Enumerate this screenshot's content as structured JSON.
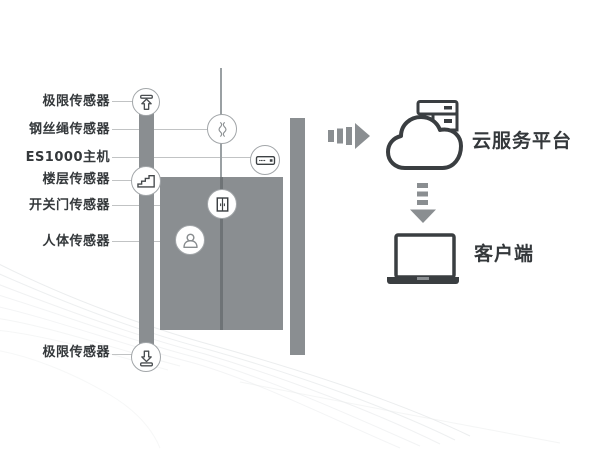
{
  "diagram_title": "elevator-iot-monitoring-diagram",
  "sensors": [
    {
      "id": "limit-top",
      "label": "极限传感器",
      "icon": "arrow-up-to-bar-icon"
    },
    {
      "id": "wire-rope",
      "label": "钢丝绳传感器",
      "icon": "wire-rope-icon"
    },
    {
      "id": "es1000-host",
      "label": "ES1000主机",
      "icon": "controller-box-icon"
    },
    {
      "id": "floor",
      "label": "楼层传感器",
      "icon": "stairs-icon"
    },
    {
      "id": "door",
      "label": "开关门传感器",
      "icon": "double-door-icon"
    },
    {
      "id": "human",
      "label": "人体传感器",
      "icon": "person-icon"
    },
    {
      "id": "limit-bottom",
      "label": "极限传感器",
      "icon": "arrow-down-to-bar-icon"
    }
  ],
  "cloud_platform": {
    "label": "云服务平台",
    "icon": "cloud-server-icon"
  },
  "client": {
    "label": "客户端",
    "icon": "laptop-icon"
  },
  "flow": [
    {
      "from": "elevator-shaft",
      "to": "cloud-platform",
      "icon": "dashed-arrow-right-icon"
    },
    {
      "from": "cloud-platform",
      "to": "client",
      "icon": "dashed-arrow-down-icon"
    }
  ],
  "colors": {
    "structure_gray": "#8a8e91",
    "icon_dark": "#3a3e41",
    "circle_border": "#a2a6a9",
    "connector_line": "#c1c3c4",
    "text": "#34383b",
    "door_seam": "#6e7376",
    "swirl": "#e9ebec"
  }
}
